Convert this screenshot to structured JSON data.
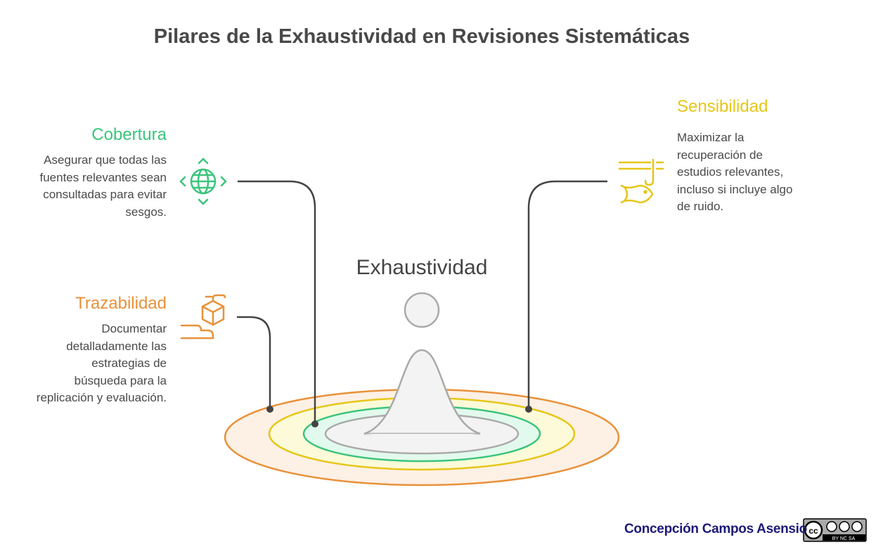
{
  "title": "Pilares de la Exhaustividad en Revisiones Sistemáticas",
  "center": {
    "label": "Exhaustividad"
  },
  "pillars": [
    {
      "title": "Cobertura",
      "text": [
        "Asegurar que todas las",
        "fuentes relevantes sean",
        "consultadas para evitar",
        "sesgos."
      ],
      "color": "#3cc47c",
      "icon": "globe-icon"
    },
    {
      "title": "Trazabilidad",
      "text": [
        "Documentar",
        "detalladamente las",
        "estrategias de",
        "búsqueda para la",
        "replicación y evaluación."
      ],
      "color": "#e8913a",
      "icon": "hand-box-icon"
    },
    {
      "title": "Sensibilidad",
      "text": [
        "Maximizar la",
        "recuperación de",
        "estudios relevantes,",
        "incluso si incluye algo",
        "de ruido."
      ],
      "color": "#e6c619",
      "icon": "fishing-icon"
    }
  ],
  "footer": {
    "author": "Concepción Campos Asensio",
    "license": "CC BY NC SA"
  }
}
